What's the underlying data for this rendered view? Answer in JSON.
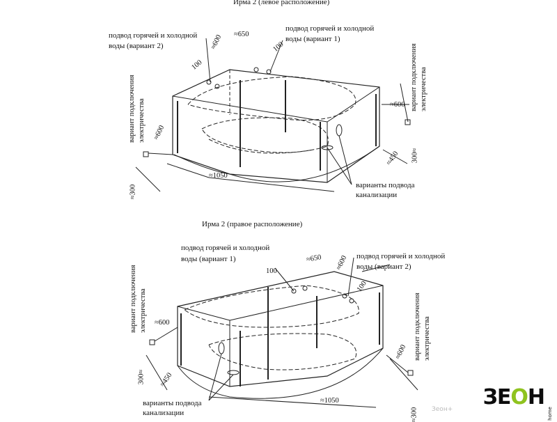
{
  "top": {
    "title": "Ирма 2 (левое расположение)",
    "water_v2_line1": "подвод горячей и холодной",
    "water_v2_line2": "воды (вариант 2)",
    "water_v1_line1": "подвод горячей и холодной",
    "water_v1_line2": "воды (вариант 1)",
    "electric_left_line1": "вариант подключения",
    "electric_left_line2": "электричества",
    "electric_right_line1": "вариант подключения",
    "electric_right_line2": "электричества",
    "drain_line1": "варианты подвода",
    "drain_line2": "канализации",
    "dims": {
      "d600_top": "≈600",
      "d650": "≈650",
      "d100_left": "100",
      "d100_right": "100",
      "d600_left": "≈600",
      "d300_left": "≈300",
      "d1050": "≈1050",
      "d600_right": "≈600",
      "d300_right": "300≈",
      "d450": "≈450"
    }
  },
  "bottom": {
    "title": "Ирма 2 (правое расположение)",
    "water_v1_line1": "подвод горячей и холодной",
    "water_v1_line2": "воды (вариант 1)",
    "water_v2_line1": "подвод горячей и холодной",
    "water_v2_line2": "воды (вариант 2)",
    "electric_left_line1": "вариант подключения",
    "electric_left_line2": "электричества",
    "electric_right_line1": "вариант подключения",
    "electric_right_line2": "электричества",
    "drain_line1": "варианты подвода",
    "drain_line2": "канализации",
    "dims": {
      "d650": "≈650",
      "d600_top": "≈600",
      "d100_left": "100",
      "d100_right": "100",
      "d600_left": "≈600",
      "d300_left": "300≈",
      "d450": "≈450",
      "d1050": "≈1050",
      "d600_right": "≈600",
      "d300_right": "≈300"
    }
  },
  "watermark": "Зеон+",
  "logo": {
    "main": "ЗЕОН",
    "accent_letter": "О",
    "sub": "home",
    "accent_color": "#8fc31f"
  }
}
